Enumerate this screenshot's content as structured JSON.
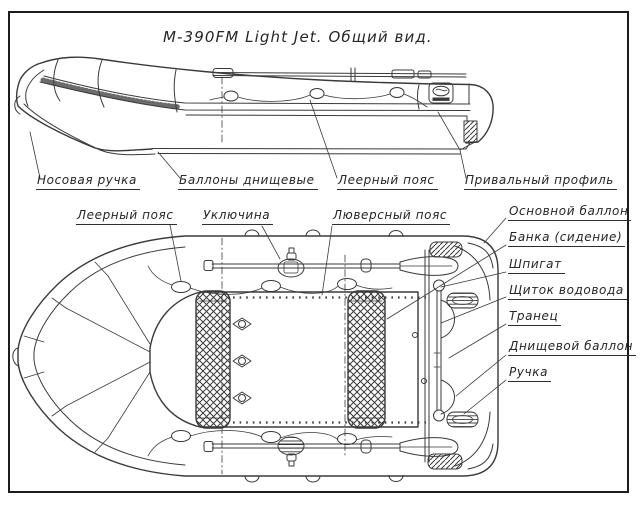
{
  "title": "М-390FM Light Jet. Общий вид.",
  "labels": {
    "bow_handle": "Носовая ручка",
    "bottom_tubes": "Баллоны днищевые",
    "grab_rope_side": "Леерный пояс",
    "rub_rail": "Привальный профиль",
    "grab_rope_plan": "Леерный пояс",
    "oarlock": "Уключина",
    "grommet_belt": "Люверсный пояс",
    "main_tube": "Основной баллон",
    "seat": "Банка (сидение)",
    "scupper": "Шпигат",
    "water_shield": "Щиток водовода",
    "transom": "Транец",
    "bottom_tube": "Днищевой баллон",
    "handle": "Ручка"
  },
  "colors": {
    "line": "#3a3a3a",
    "frame": "#1c1c1c",
    "background": "#ffffff"
  }
}
